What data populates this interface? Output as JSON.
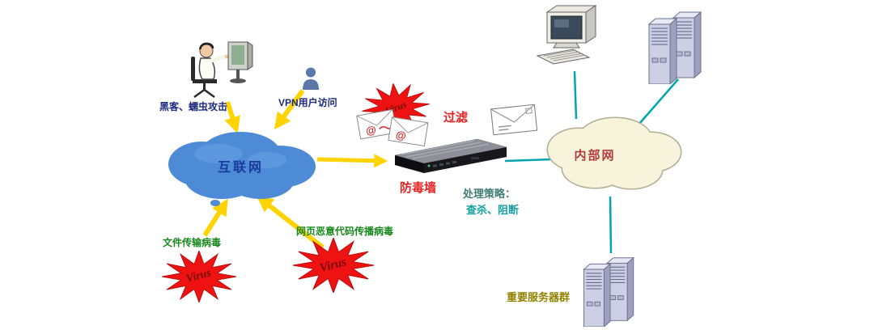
{
  "labels": {
    "hacker_attack": "黑客、蠕虫攻击",
    "vpn_access": "VPN用户访问",
    "internet": "互联网",
    "virus": "Virus",
    "filter": "过滤",
    "firewall": "防毒墙",
    "policy_title": "处理策略：",
    "policy_actions": "查杀、阻断",
    "intranet": "内部网",
    "file_transfer_virus": "文件传输病毒",
    "web_malicious_code_virus": "网页恶意代码传播病毒",
    "important_server_group": "重要服务器群"
  },
  "icons": {
    "hacker_workstation": "person-at-computer",
    "vpn_user": "person-bust",
    "internet_cloud": "cloud",
    "infected_mail": "envelopes-with-virus-marks",
    "clean_mail": "envelope",
    "virus_burst": "red-starburst",
    "firewall_appliance": "rack-security-device",
    "intranet_cloud": "cloud",
    "desktop_computer": "desktop-pc",
    "server_tower": "tower-servers",
    "server_group": "tower-servers"
  },
  "colors": {
    "internet_cloud": "#4d8bd6",
    "intranet_cloud": "#f8f4dc",
    "arrow_yellow": "#ffd300",
    "link_teal": "#00a6ad",
    "virus_red": "#ee1212",
    "virus_text": "#7a0a0a",
    "label_navy": "#1c2a7e",
    "label_green": "#17881b",
    "label_red": "#e62222",
    "policy_teal": "#18a0a0",
    "server_label_olive": "#938100",
    "intranet_text": "#b23b3b",
    "internet_text": "#1a3a9e"
  }
}
